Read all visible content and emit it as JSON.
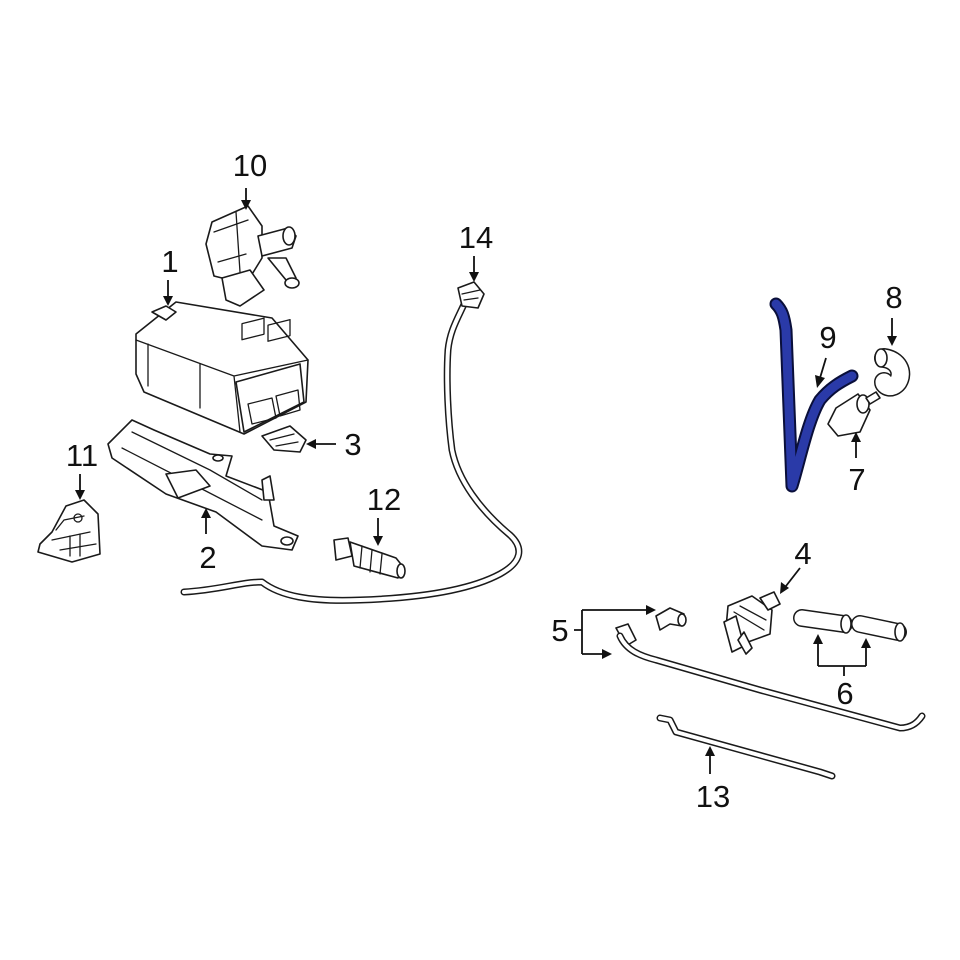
{
  "highlight_color": "#2a3aa8",
  "callouts": {
    "c1": "1",
    "c2": "2",
    "c3": "3",
    "c4": "4",
    "c5": "5",
    "c6": "6",
    "c7": "7",
    "c8": "8",
    "c9": "9",
    "c10": "10",
    "c11": "11",
    "c12": "12",
    "c13": "13",
    "c14": "14"
  },
  "highlighted_part": "9"
}
